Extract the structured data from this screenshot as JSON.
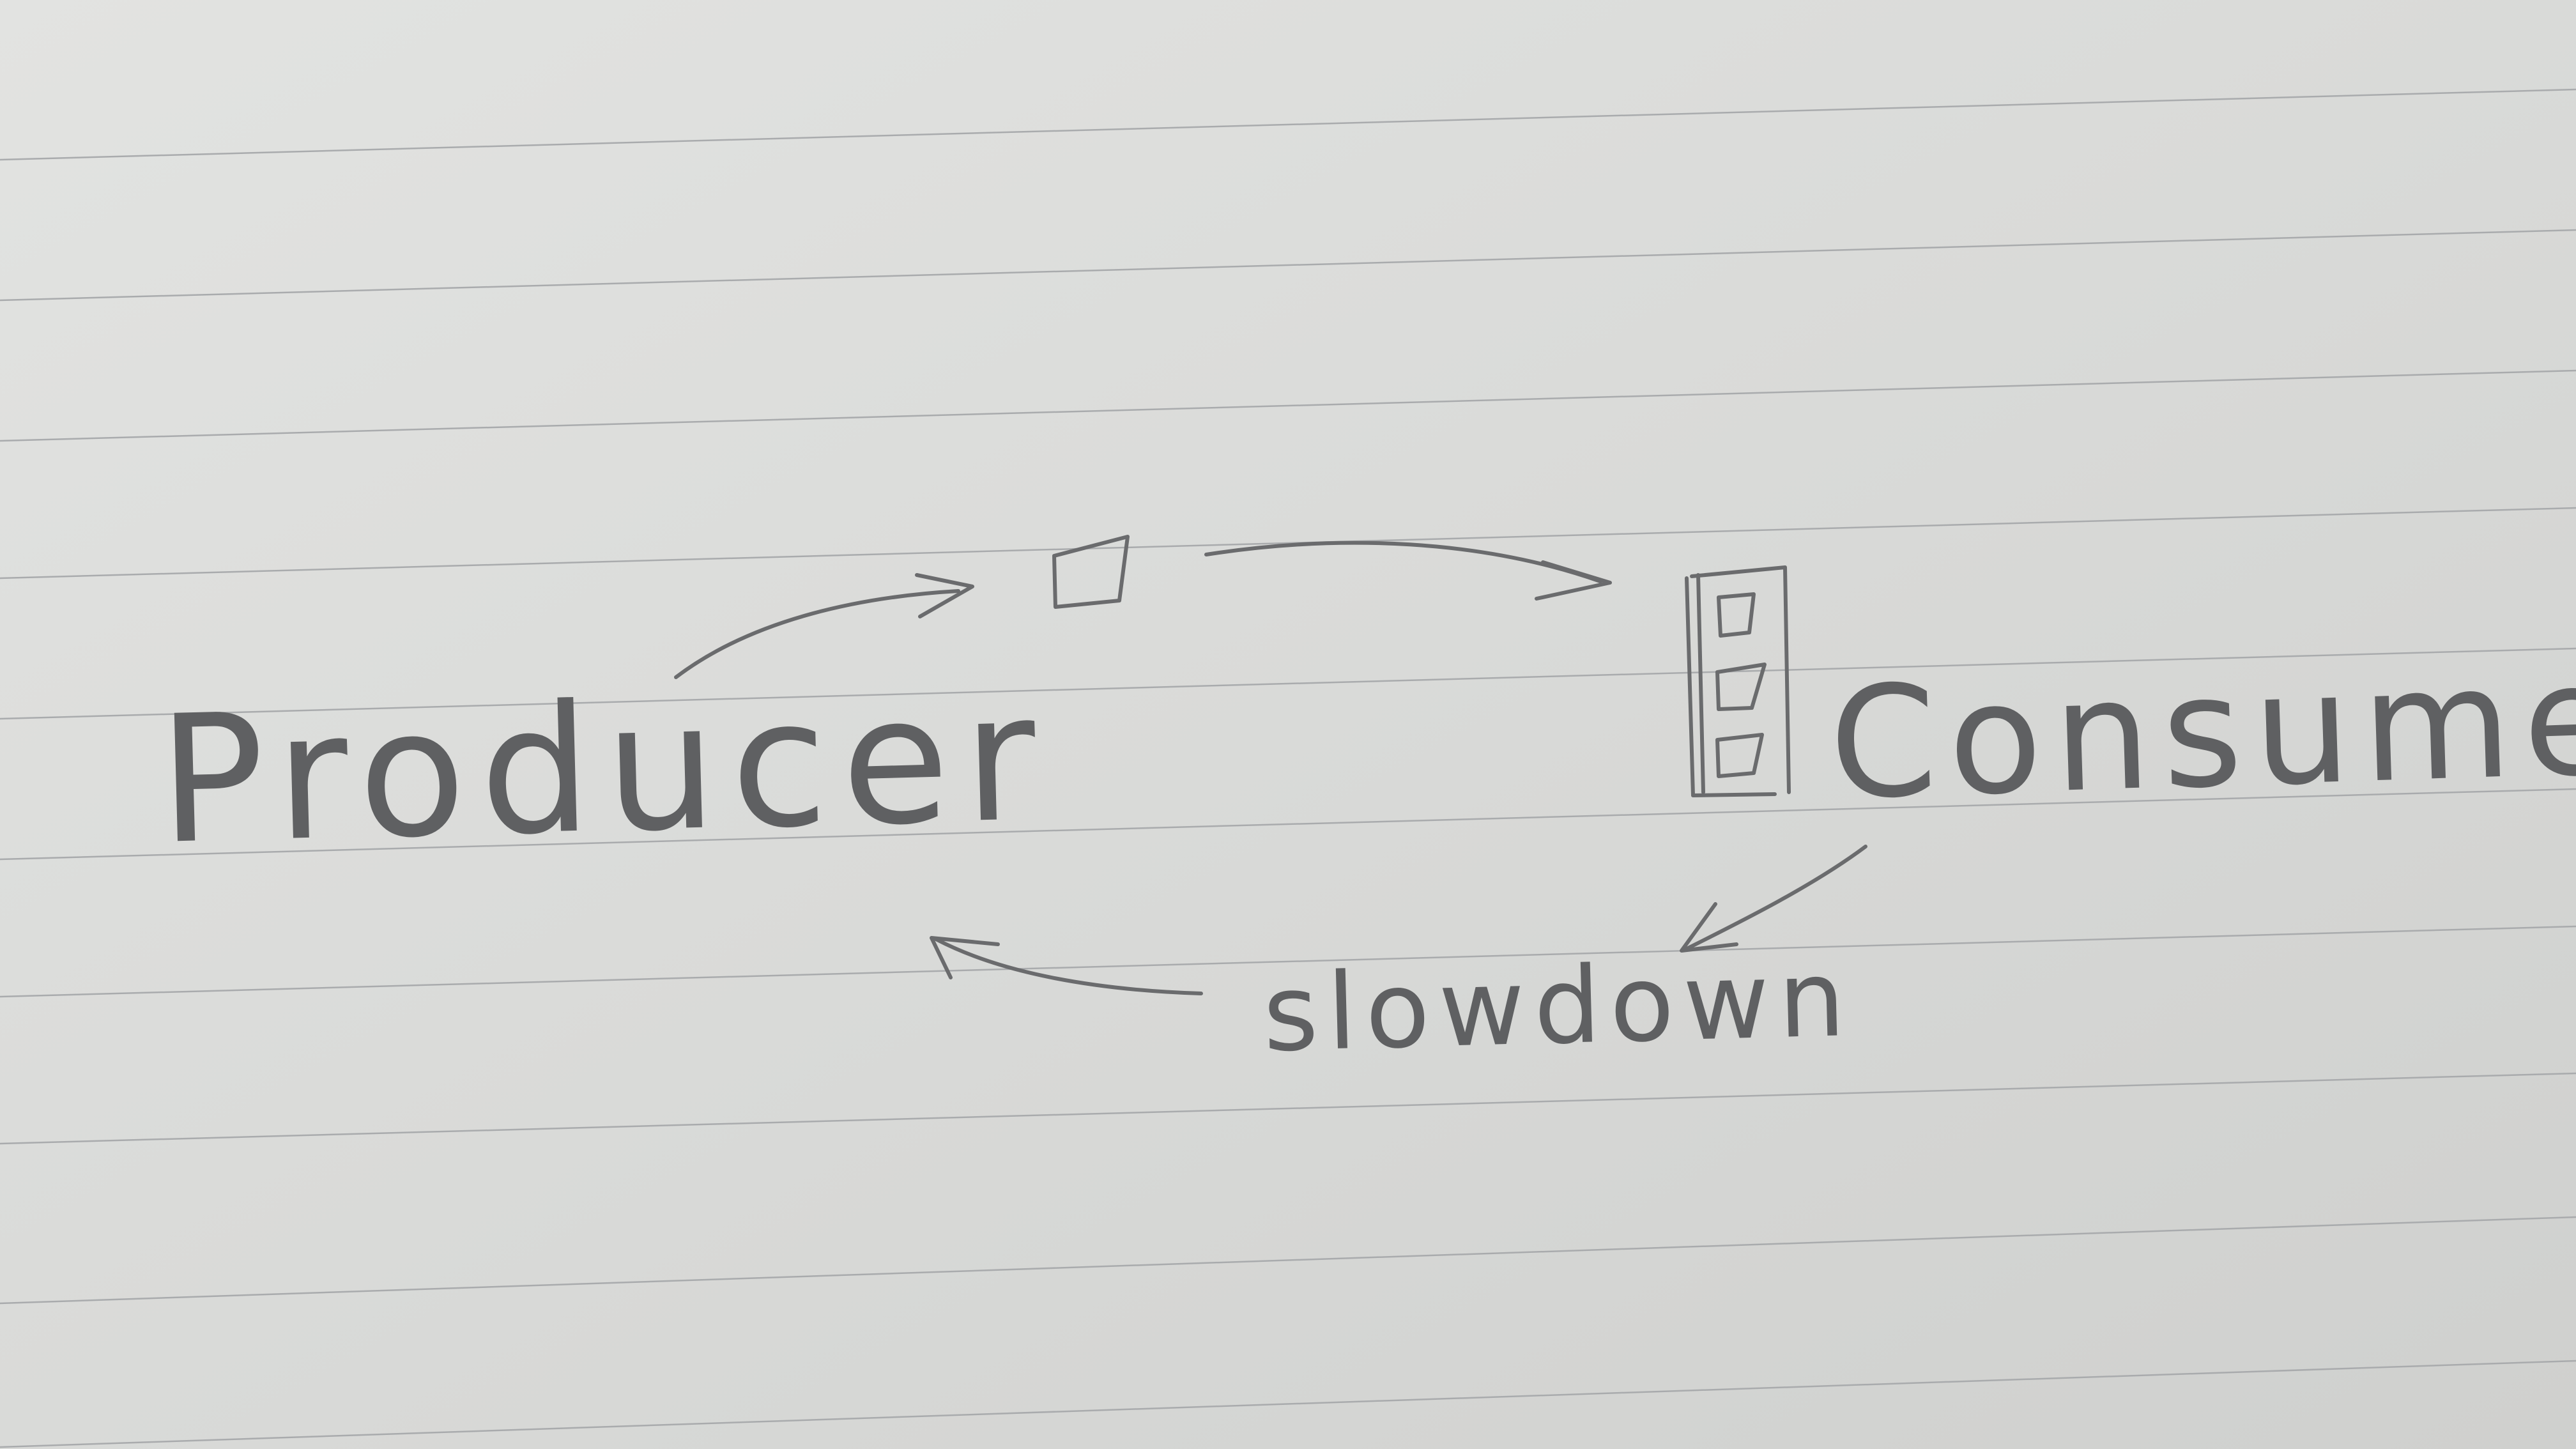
{
  "diagram": {
    "nodes": {
      "producer": {
        "label": "Producer"
      },
      "consumer": {
        "label": "Consumer"
      }
    },
    "feedback": {
      "label": "slowdown"
    },
    "queue": {
      "items": 3
    },
    "colors": {
      "paper": "#d9dad8",
      "ink": "#6a6b6d",
      "rule": "#a9abad"
    }
  }
}
